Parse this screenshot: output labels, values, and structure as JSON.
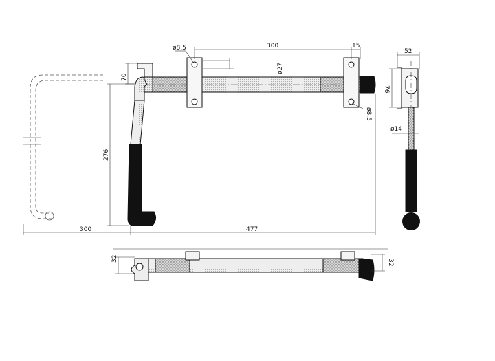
{
  "colors": {
    "ink": "#111111",
    "rubber": "#111111",
    "knurl": "#bdbdbd",
    "metal": "#e9e9e9",
    "paper": "#ffffff"
  },
  "dimensions": {
    "hole_dia_top": "ø8,5",
    "spacing_300_top": "300",
    "offset_15": "15",
    "bar_dia": "ø27",
    "width_52": "52",
    "height_70": "70",
    "height_76": "76",
    "hole_dia_right": "ø8,5",
    "handle_dia": "ø14",
    "height_276": "276",
    "swing_300": "300",
    "length_477": "477",
    "bottom_32_left": "32",
    "bottom_32_right": "32"
  }
}
